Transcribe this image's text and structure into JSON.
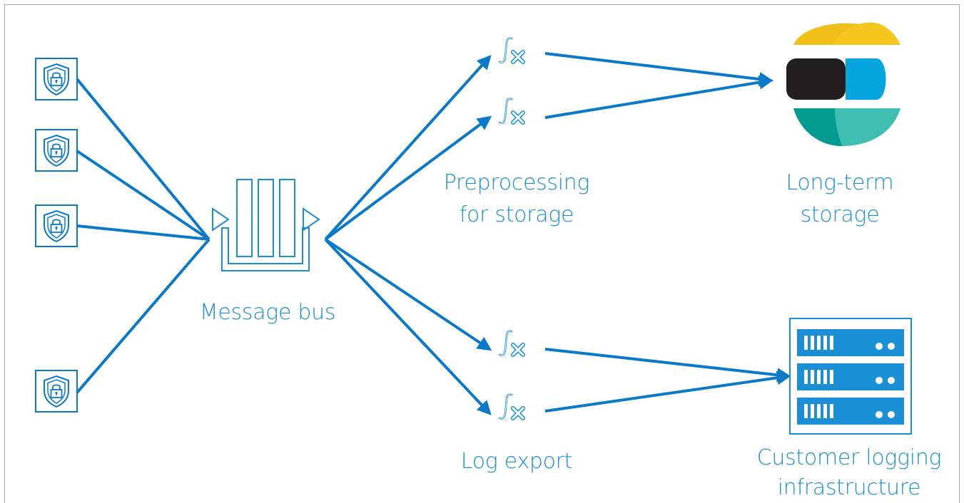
{
  "labels": {
    "message_bus": "Message bus",
    "preprocessing_line1": "Preprocessing",
    "preprocessing_line2": "for storage",
    "long_term_line1": "Long-term",
    "long_term_line2": "storage",
    "log_export": "Log export",
    "customer_line1": "Customer logging",
    "customer_line2": "infrastructure"
  },
  "sources": [
    {
      "icon": "shield-lock-icon"
    },
    {
      "icon": "shield-lock-icon"
    },
    {
      "icon": "shield-lock-icon"
    },
    {
      "icon": "shield-lock-icon"
    }
  ],
  "function_icons": [
    "function-icon",
    "function-icon",
    "function-icon",
    "function-icon"
  ],
  "colors": {
    "primary_blue": "#0b79c9",
    "label_blue": "#1a8fd6",
    "elastic_yellow": "#f0bf1a",
    "elastic_black": "#231f20",
    "elastic_blue": "#07a5de",
    "elastic_teal": "#3ebeb0",
    "elastic_dark_teal": "#019b8f",
    "server_blue": "#1a8fd6"
  }
}
